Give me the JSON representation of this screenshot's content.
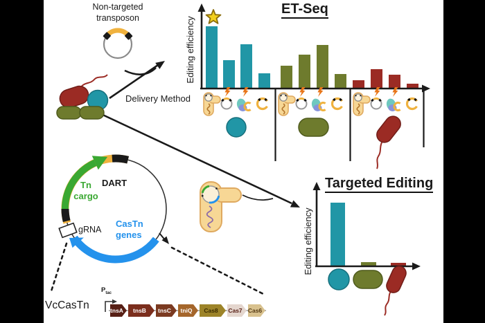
{
  "colors": {
    "teal": "#2196a6",
    "olive": "#6e7b2d",
    "dark_red": "#9b2b24",
    "tn_green": "#3aa832",
    "castn_blue": "#2492ec",
    "plasmid_yellow": "#f0b23e",
    "star_yellow": "#f2cf1d",
    "bolt_orange": "#e8761a",
    "cell_tan": "#f7d795"
  },
  "transposon": {
    "label_line1": "Non-targeted",
    "label_line2": "transposon"
  },
  "et_seq": {
    "title": "ET-Seq",
    "y_label": "Editing efficiency",
    "x_label": "Delivery Method",
    "delivery_methods": [
      "conjugation-donor-cell",
      "electroporation-bolt-plasmid",
      "electroporation-bolt-cell-plasmid",
      "naked-plasmid"
    ],
    "groups": [
      {
        "organism": "teal-coccus",
        "color": "#2196a6",
        "values": [
          100,
          46,
          71,
          24
        ],
        "starred_bar_index": 0
      },
      {
        "organism": "olive-rod",
        "color": "#6e7b2d",
        "values": [
          37,
          54,
          70,
          23
        ]
      },
      {
        "organism": "dark-red-flagellated-rod",
        "color": "#9b2b24",
        "values": [
          13,
          31,
          22,
          8
        ]
      }
    ]
  },
  "targeted": {
    "title": "Targeted Editing",
    "y_label": "Editing efficiency",
    "bars": [
      {
        "organism": "teal-coccus",
        "color": "#2196a6",
        "value": 100
      },
      {
        "organism": "olive-rod",
        "color": "#6e7b2d",
        "value": 7
      },
      {
        "organism": "dark-red-flagellated-rod",
        "color": "#9b2b24",
        "value": 5
      }
    ]
  },
  "dart": {
    "name": "DART",
    "tn_cargo_line1": "Tn",
    "tn_cargo_line2": "cargo",
    "grna_label": "gRNA",
    "castn_line1": "CasTn",
    "castn_line2": "genes"
  },
  "operon": {
    "label": "VcCasTn",
    "promoter": "P",
    "promoter_subscript": "tac",
    "genes": [
      {
        "name": "tnsA",
        "color": "#571f15",
        "text_color": "#ffffff",
        "w": 24
      },
      {
        "name": "tnsB",
        "color": "#7b2e1d",
        "text_color": "#ffffff",
        "w": 38
      },
      {
        "name": "tnsC",
        "color": "#7b3a21",
        "text_color": "#ffffff",
        "w": 30
      },
      {
        "name": "tniQ",
        "color": "#a5662b",
        "text_color": "#ffffff",
        "w": 29
      },
      {
        "name": "Cas8",
        "color": "#9d8429",
        "text_color": "#3b2c00",
        "w": 38
      },
      {
        "name": "Cas7",
        "color": "#e4d6ce",
        "text_color": "#571f15",
        "w": 28
      },
      {
        "name": "Cas6",
        "color": "#d8c18e",
        "text_color": "#553a14",
        "w": 25
      }
    ]
  },
  "chart_data": [
    {
      "type": "bar",
      "title": "ET-Seq",
      "xlabel": "Delivery Method",
      "ylabel": "Editing efficiency",
      "categories": [
        "conjugation",
        "electroporation",
        "electroporation-with-helper",
        "natural-transformation"
      ],
      "series": [
        {
          "name": "teal-coccus",
          "values": [
            100,
            46,
            71,
            24
          ]
        },
        {
          "name": "olive-rod",
          "values": [
            37,
            54,
            70,
            23
          ]
        },
        {
          "name": "dark-red-flagellated-rod",
          "values": [
            13,
            31,
            22,
            8
          ]
        }
      ],
      "units": "relative editing efficiency (axis unlabeled)",
      "annotations": [
        {
          "type": "star",
          "series": "teal-coccus",
          "category": "conjugation"
        }
      ]
    },
    {
      "type": "bar",
      "title": "Targeted Editing",
      "ylabel": "Editing efficiency",
      "categories": [
        "teal-coccus",
        "olive-rod",
        "dark-red-flagellated-rod"
      ],
      "values": [
        100,
        7,
        5
      ],
      "units": "relative editing efficiency (axis unlabeled)"
    }
  ]
}
